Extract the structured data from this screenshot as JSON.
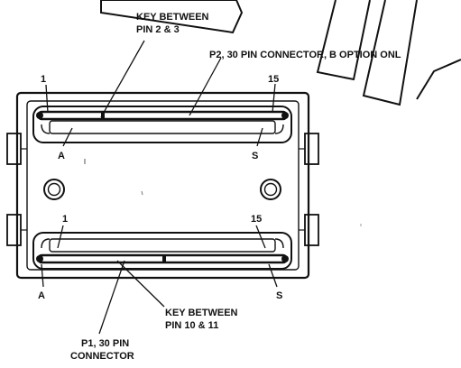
{
  "labels": {
    "key_top_line1": "KEY BETWEEN",
    "key_top_line2": "PIN 2 & 3",
    "p2_label": "P2, 30 PIN CONNECTOR, B OPTION ONL",
    "key_bottom_line1": "KEY BETWEEN",
    "key_bottom_line2": "PIN 10 & 11",
    "p1_line1": "P1, 30 PIN",
    "p1_line2": "CONNECTOR"
  },
  "pins": {
    "top_left_num": "1",
    "top_right_num": "15",
    "top_left_letter": "A",
    "top_right_letter": "S",
    "bottom_left_num": "1",
    "bottom_right_num": "15",
    "bottom_left_letter": "A",
    "bottom_right_letter": "S"
  },
  "colors": {
    "ink": "#111111",
    "background": "#ffffff"
  }
}
